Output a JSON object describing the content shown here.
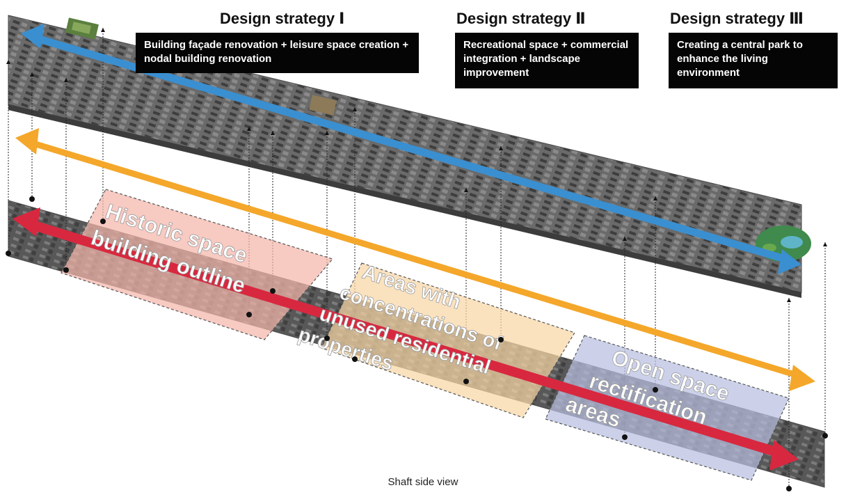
{
  "strategies": [
    {
      "heading": "Design strategy Ⅰ",
      "description": "Building façade renovation + leisure space creation + nodal building renovation"
    },
    {
      "heading": "Design strategy Ⅱ",
      "description": "Recreational space + commercial integration + landscape improvement"
    },
    {
      "heading": "Design strategy Ⅲ",
      "description": "Creating a central park to enhance the living environment"
    }
  ],
  "zones": [
    {
      "lines": [
        "Historic space",
        "building outline"
      ],
      "fill": "#f4b6aa"
    },
    {
      "lines": [
        "Areas with",
        "concentrations of",
        "unused residential",
        "properties"
      ],
      "fill": "#f8d7a6"
    },
    {
      "lines": [
        "Open space",
        "rectification",
        "areas"
      ],
      "fill": "#b9bfe0"
    }
  ],
  "colors": {
    "blue_axis": "#3a8fd0",
    "orange_axis": "#f4a72a",
    "red_axis": "#d8283f",
    "street_block": "#5e5e5e"
  },
  "caption": "Shaft side view"
}
